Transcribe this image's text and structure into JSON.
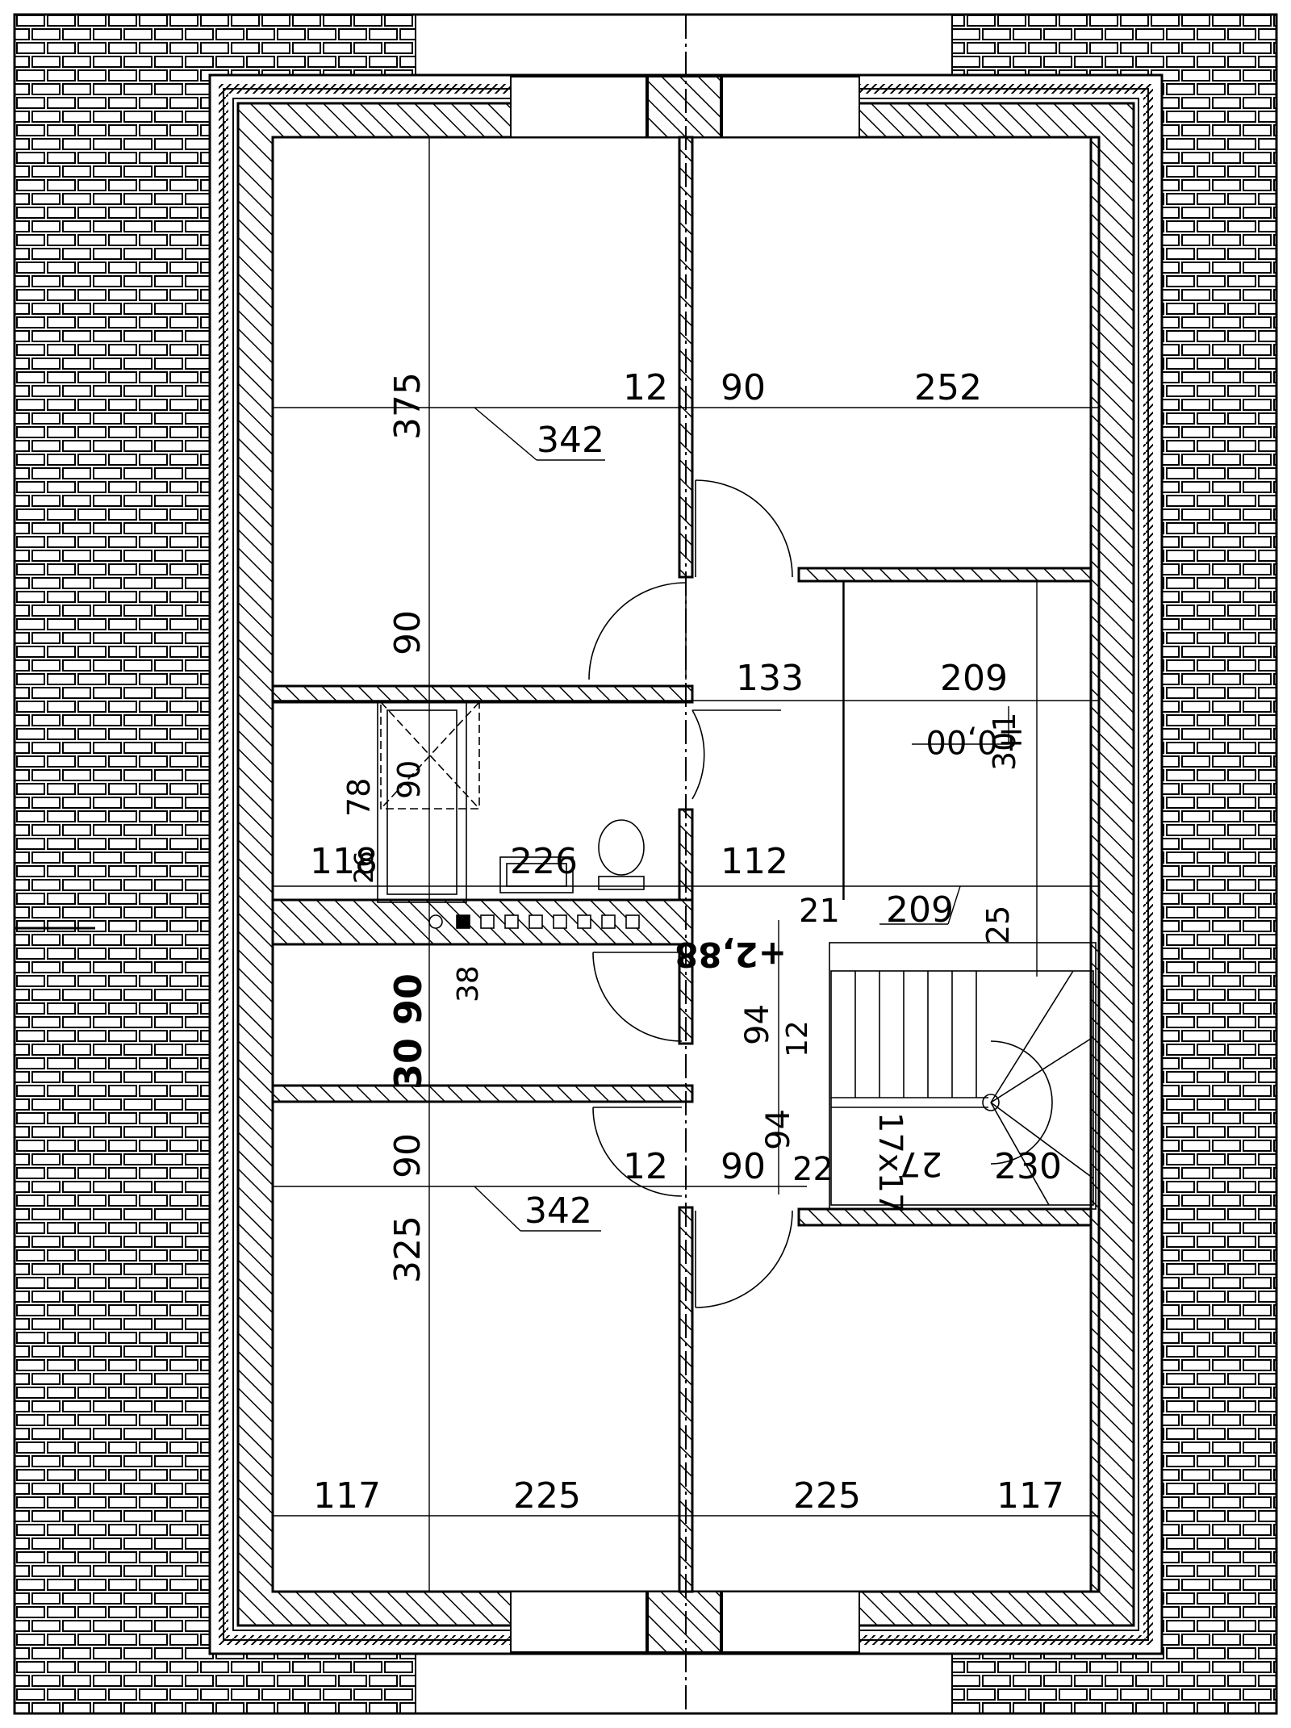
{
  "plan": {
    "dimensions": {
      "top_left_vertical": "375",
      "top_mid_12": "12",
      "top_mid_90": "90",
      "top_right_252": "252",
      "top_left_342": "342",
      "left_90_upper": "90",
      "hall_133": "133",
      "room_209_top": "209",
      "bath_78": "78",
      "bath_90": "90",
      "bath_118": "118",
      "bath_26": "26",
      "bath_226": "226",
      "hall_112": "112",
      "hall_21": "21",
      "room_209_bottom": "209",
      "room_25": "25",
      "vert_301": "301",
      "chimney_38": "38",
      "bold_90": "90",
      "bold_30": "30",
      "hall_94_a": "94",
      "hall_12_rot": "12",
      "hall_94_b": "94",
      "stair_22": "22",
      "stair_230": "230",
      "stair_17x17": "17x17",
      "stair_27": "27",
      "low_left_90": "90",
      "low_mid_12": "12",
      "low_mid_90": "90",
      "low_left_342": "342",
      "low_left_325": "325",
      "bottom_117_left": "117",
      "bottom_225_left": "225",
      "bottom_225_right": "225",
      "bottom_117_right": "117"
    },
    "levels": {
      "level_upper": "±0,00",
      "level_lower": "+2,88"
    }
  }
}
